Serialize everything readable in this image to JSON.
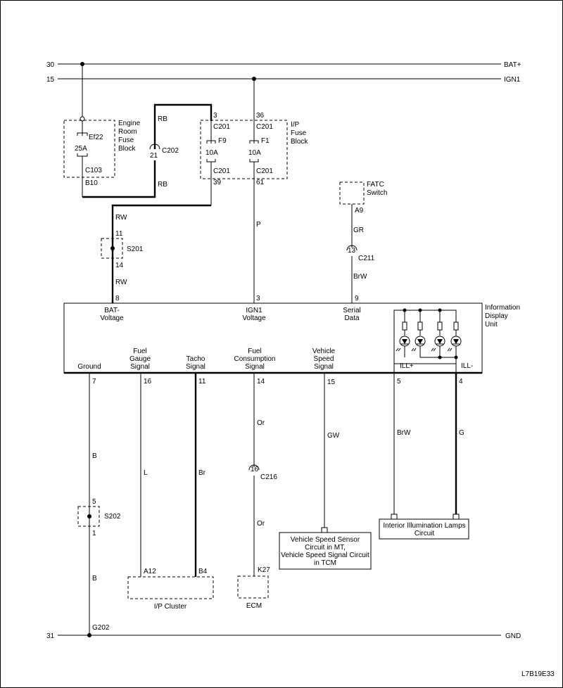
{
  "rails": {
    "bat_num": "30",
    "bat_label": "BAT+",
    "ign_num": "15",
    "ign_label": "IGN1",
    "gnd_num": "31",
    "gnd_label": "GND"
  },
  "engine_fuse": {
    "name": "Ef22",
    "rating": "25A",
    "connector": "C103",
    "pin": "B10",
    "label_lines": [
      "Engine",
      "Room",
      "Fuse",
      "Block"
    ]
  },
  "c202": {
    "pin": "21",
    "name": "C202",
    "wire_top": "RB",
    "wire_bottom": "RB"
  },
  "ip_fuse_block": {
    "label_lines": [
      "I/P",
      "Fuse",
      "Block"
    ],
    "f9": {
      "name": "F9",
      "rating": "10A",
      "pin_top": "3",
      "conn_top": "C201",
      "conn_bottom": "C201",
      "pin_bottom": "39"
    },
    "f1": {
      "name": "F1",
      "rating": "10A",
      "pin_top": "36",
      "conn_top": "C201",
      "conn_bottom": "C201",
      "pin_bottom": "61"
    }
  },
  "s201": {
    "name": "S201",
    "pin_top": "11",
    "pin_bottom": "14",
    "wire_top": "RW",
    "wire_bottom": "RW"
  },
  "wire_p": "P",
  "fatc": {
    "label_lines": [
      "FATC",
      "Switch"
    ],
    "pin": "A9",
    "wire_top": "GR",
    "c211_pin": "13",
    "c211": "C211",
    "wire_bottom": "BrW"
  },
  "idu": {
    "label_lines": [
      "Information",
      "Display",
      "Unit"
    ],
    "top_pins": [
      {
        "pin": "8",
        "lines": [
          "BAT-",
          "Voltage"
        ]
      },
      {
        "pin": "3",
        "lines": [
          "IGN1",
          "Voltage"
        ]
      },
      {
        "pin": "9",
        "lines": [
          "Serial",
          "Data"
        ]
      }
    ],
    "bottom_pins": [
      {
        "pin": "7",
        "lines": [
          "Ground"
        ]
      },
      {
        "pin": "16",
        "lines": [
          "Fuel",
          "Gauge",
          "Signal"
        ]
      },
      {
        "pin": "11",
        "lines": [
          "Tacho",
          "Signal"
        ]
      },
      {
        "pin": "14",
        "lines": [
          "Fuel",
          "Consumption",
          "Signal"
        ]
      },
      {
        "pin": "15",
        "lines": [
          "Vehicle",
          "Speed",
          "Signal"
        ]
      },
      {
        "pin": "5",
        "lines": [
          "ILL+"
        ]
      },
      {
        "pin": "4",
        "lines": [
          "ILL-"
        ]
      }
    ]
  },
  "wires": {
    "b_top": "B",
    "l": "L",
    "br": "Br",
    "or_top": "Or",
    "or_bottom": "Or",
    "gw": "GW",
    "brw": "BrW",
    "g": "G",
    "b_bottom": "B"
  },
  "c216": {
    "pin": "16",
    "name": "C216"
  },
  "s202": {
    "name": "S202",
    "pin_top": "5",
    "pin_bottom": "1"
  },
  "g202": "G202",
  "ip_cluster": {
    "name": "I/P Cluster",
    "pin_l": "A12",
    "pin_br": "B4"
  },
  "ecm": {
    "name": "ECM",
    "pin": "K27"
  },
  "vss_box": {
    "lines": [
      "Vehicle Speed Sensor",
      "Circuit in MT,",
      "Vehicle Speed Signal Circuit",
      "in TCM"
    ]
  },
  "ill_box": {
    "lines": [
      "Interior Illumination Lamps",
      "Circuit"
    ]
  },
  "code": "L7B19E33"
}
